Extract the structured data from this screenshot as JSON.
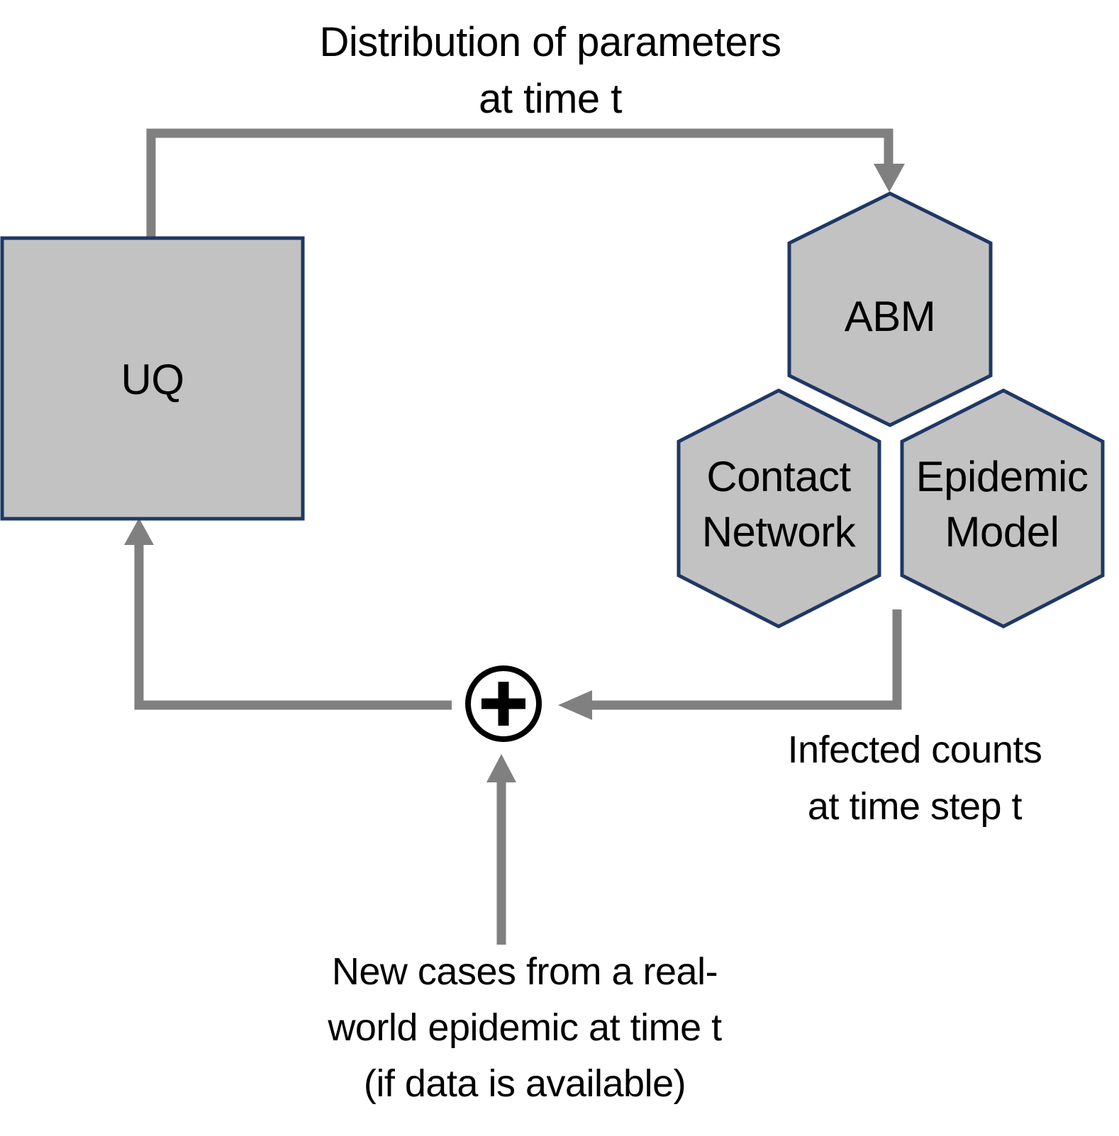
{
  "diagram": {
    "title": {
      "line1": "Distribution of parameters",
      "line2": "at time t"
    },
    "nodes": {
      "uq": {
        "label": "UQ"
      },
      "abm": {
        "label": "ABM"
      },
      "contact_network": {
        "line1": "Contact",
        "line2": "Network"
      },
      "epidemic_model": {
        "line1": "Epidemic",
        "line2": "Model"
      },
      "sum": {
        "symbol": "+"
      }
    },
    "annotations": {
      "infected_counts": {
        "line1": "Infected counts",
        "line2": "at time step t"
      },
      "new_cases": {
        "line1": "New cases from a real-",
        "line2": "world epidemic at time t",
        "line3": "(if data is available)"
      }
    },
    "colors": {
      "shape_fill": "#C2C2C2",
      "shape_stroke": "#1F3864",
      "arrow": "#808080",
      "text": "#000000",
      "plus_stroke": "#000000",
      "plus_fill": "#FFFFFF"
    }
  }
}
